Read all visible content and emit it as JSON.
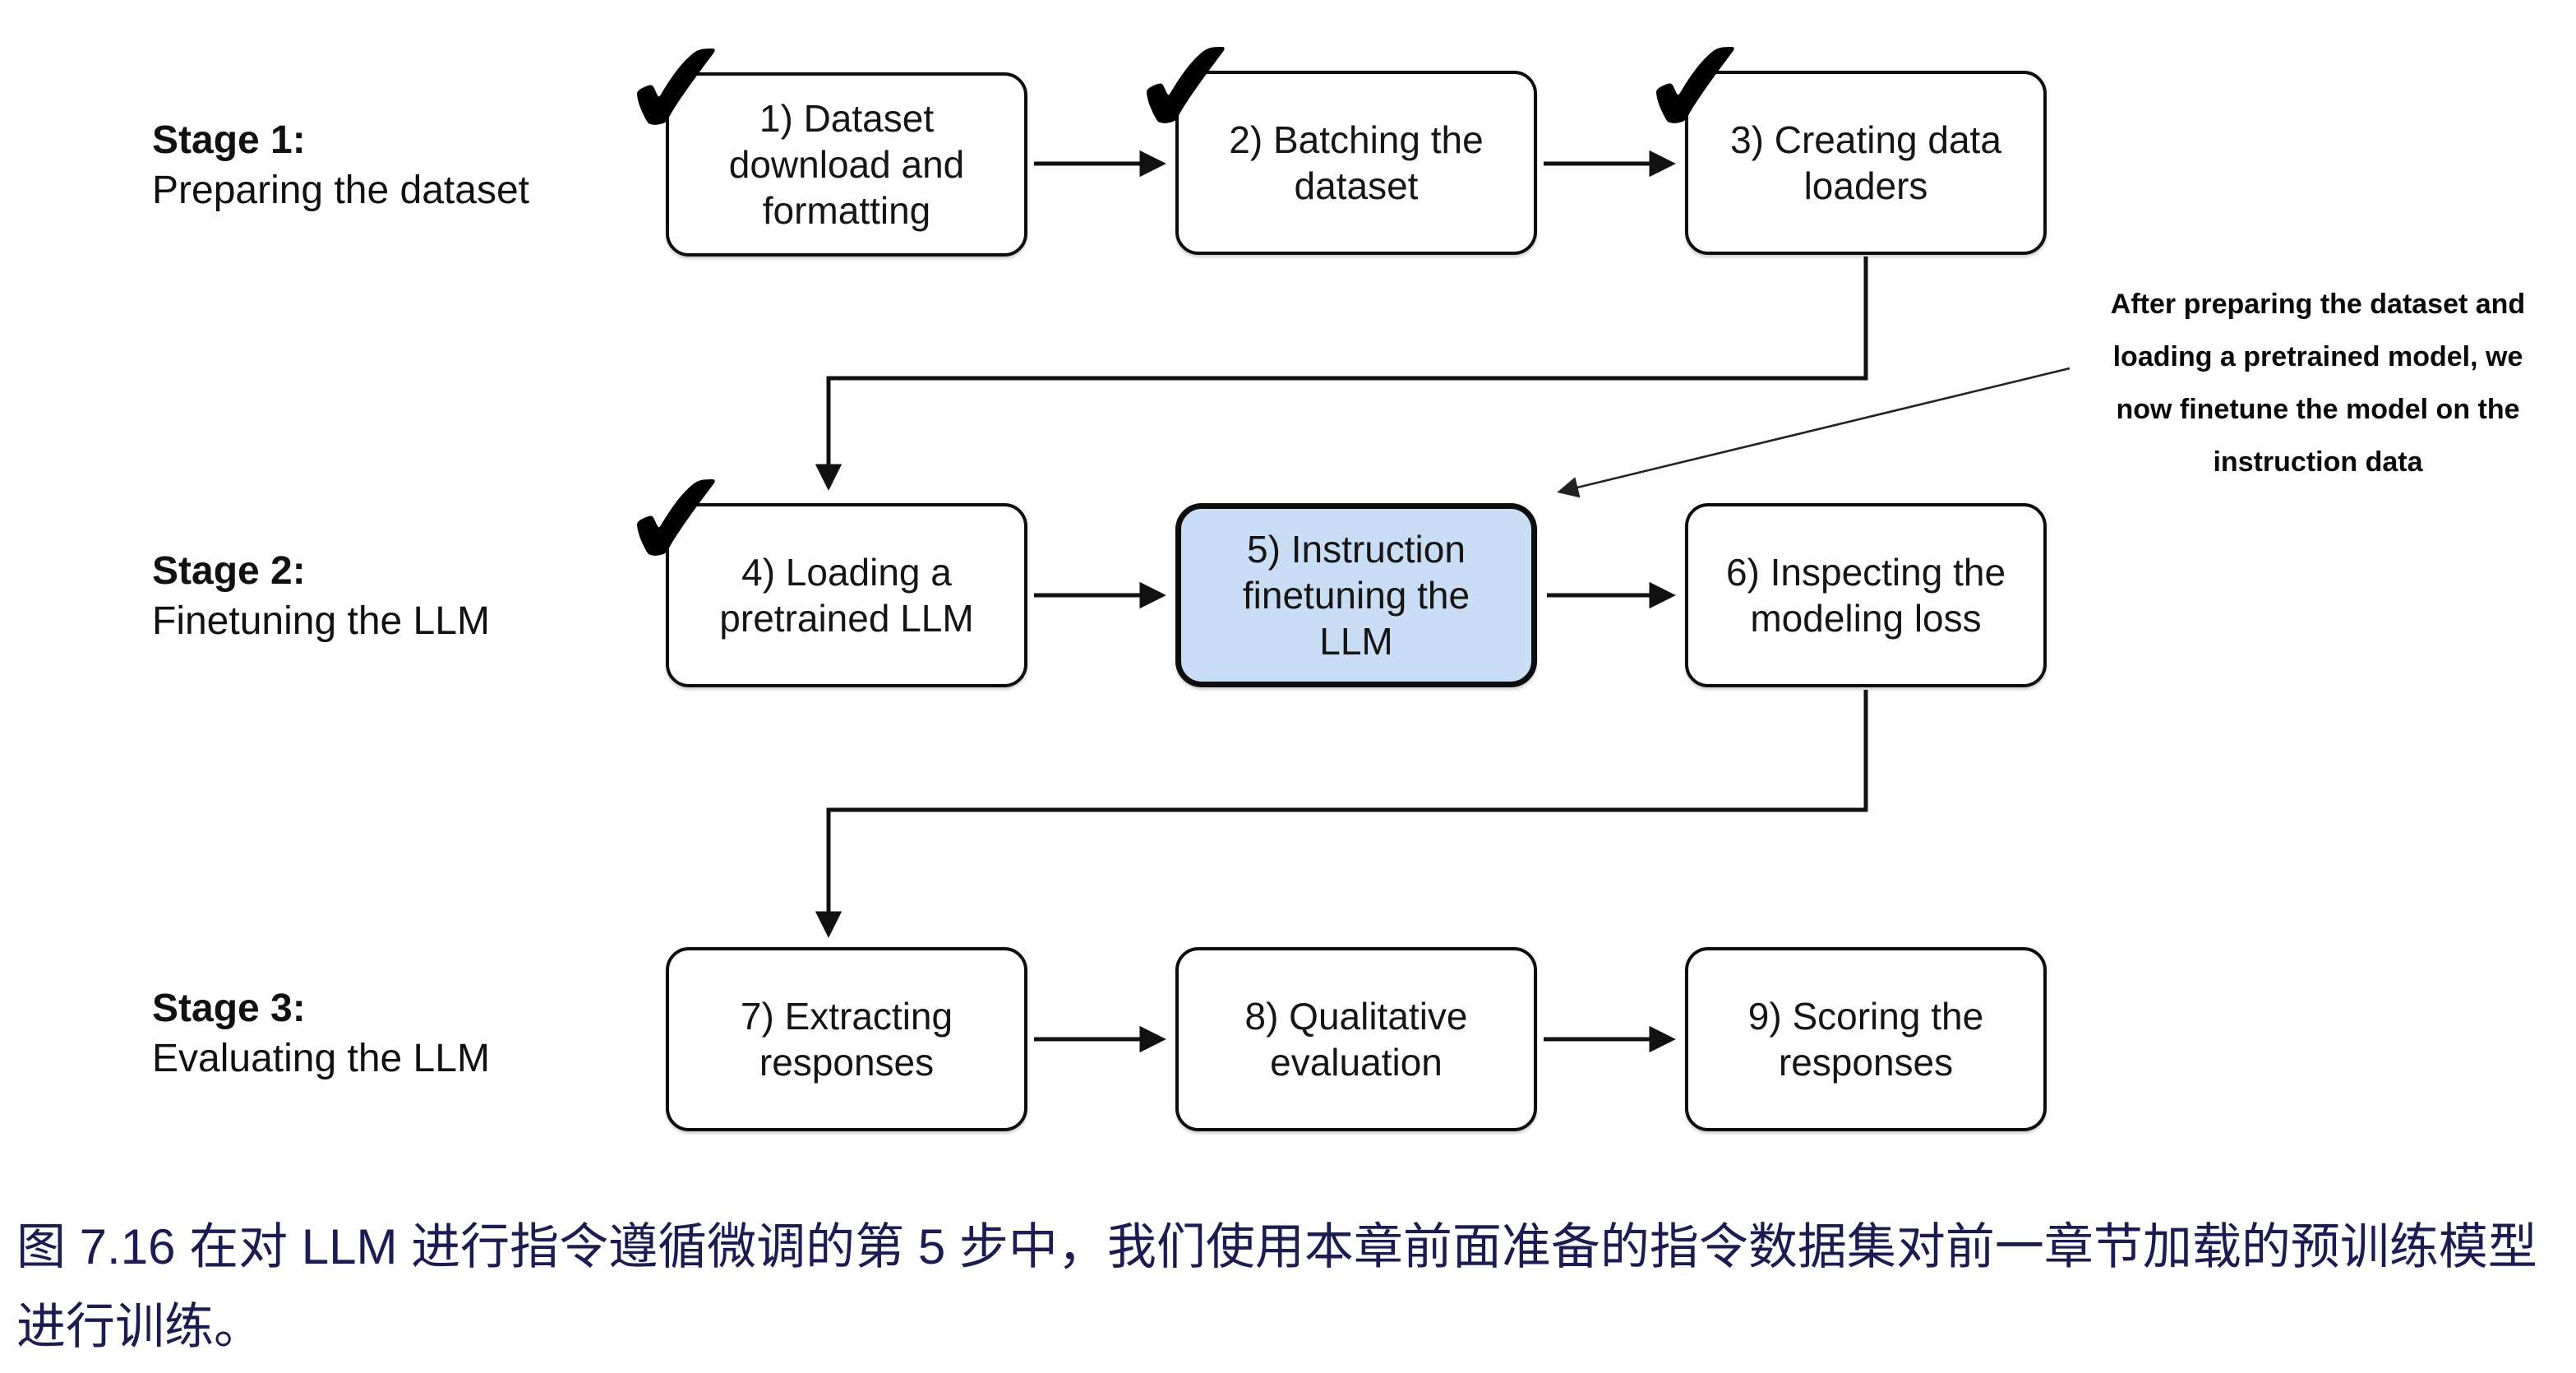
{
  "diagram": {
    "stages": [
      {
        "title": "Stage 1:",
        "subtitle": "Preparing the dataset"
      },
      {
        "title": "Stage 2:",
        "subtitle": "Finetuning the LLM"
      },
      {
        "title": "Stage 3:",
        "subtitle": "Evaluating the LLM"
      }
    ],
    "boxes": [
      {
        "text": "1) Dataset download and formatting",
        "checked": true,
        "highlighted": false
      },
      {
        "text": "2) Batching the dataset",
        "checked": true,
        "highlighted": false
      },
      {
        "text": "3) Creating data loaders",
        "checked": true,
        "highlighted": false
      },
      {
        "text": "4) Loading a pretrained LLM",
        "checked": true,
        "highlighted": false
      },
      {
        "text": "5) Instruction finetuning the LLM",
        "checked": false,
        "highlighted": true
      },
      {
        "text": "6) Inspecting the modeling loss",
        "checked": false,
        "highlighted": false
      },
      {
        "text": "7) Extracting responses",
        "checked": false,
        "highlighted": false
      },
      {
        "text": "8) Qualitative evaluation",
        "checked": false,
        "highlighted": false
      },
      {
        "text": "9) Scoring the responses",
        "checked": false,
        "highlighted": false
      }
    ],
    "annotation": {
      "lines": [
        "After preparing the dataset and",
        "loading a pretrained model, we",
        "now finetune the model on the",
        "instruction data"
      ]
    }
  },
  "caption": {
    "text": "图 7.16 在对 LLM 进行指令遵循微调的第 5 步中，我们使用本章前面准备的指令数据集对前一章节加载的预训练模型进行训练。"
  },
  "icons": {
    "checkmark": "✔"
  },
  "colors": {
    "highlight_fill": "#c9ddf5",
    "box_border": "#0d0d0d",
    "arrow": "#111111",
    "caption_text": "#1c1c52",
    "background": "#ffffff"
  }
}
